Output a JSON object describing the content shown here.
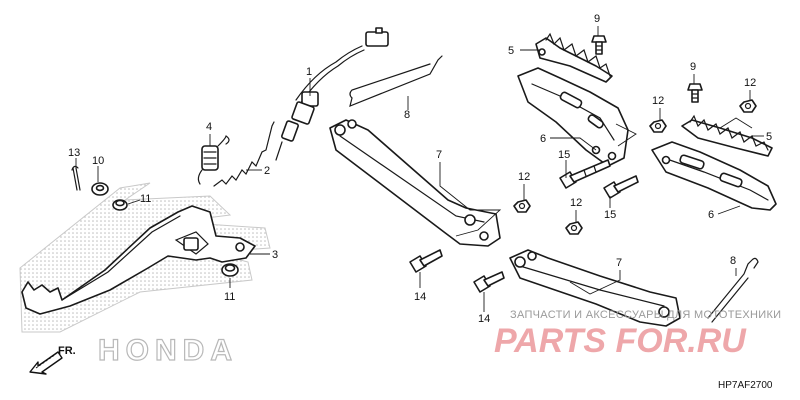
{
  "callouts": [
    {
      "id": "c1",
      "text": "1"
    },
    {
      "id": "c2",
      "text": "2"
    },
    {
      "id": "c3",
      "text": "3"
    },
    {
      "id": "c4",
      "text": "4"
    },
    {
      "id": "c5a",
      "text": "5"
    },
    {
      "id": "c5b",
      "text": "5"
    },
    {
      "id": "c6a",
      "text": "6"
    },
    {
      "id": "c6b",
      "text": "6"
    },
    {
      "id": "c7a",
      "text": "7"
    },
    {
      "id": "c7b",
      "text": "7"
    },
    {
      "id": "c8a",
      "text": "8"
    },
    {
      "id": "c8b",
      "text": "8"
    },
    {
      "id": "c9a",
      "text": "9"
    },
    {
      "id": "c9b",
      "text": "9"
    },
    {
      "id": "c10",
      "text": "10"
    },
    {
      "id": "c11a",
      "text": "11"
    },
    {
      "id": "c11b",
      "text": "11"
    },
    {
      "id": "c12a",
      "text": "12"
    },
    {
      "id": "c12b",
      "text": "12"
    },
    {
      "id": "c12c",
      "text": "12"
    },
    {
      "id": "c12d",
      "text": "12"
    },
    {
      "id": "c13",
      "text": "13"
    },
    {
      "id": "c14a",
      "text": "14"
    },
    {
      "id": "c14b",
      "text": "14"
    },
    {
      "id": "c15a",
      "text": "15"
    },
    {
      "id": "c15b",
      "text": "15"
    }
  ],
  "direction_label": "FR.",
  "brand_logo_text": "HONDA",
  "watermark": {
    "tagline": "ЗАПЧАСТИ И АКСЕССУАРЫ ДЛЯ МОТОТЕХНИКИ",
    "brand": "PARTS FOR.RU"
  },
  "diagram_code": "HP7AF2700"
}
